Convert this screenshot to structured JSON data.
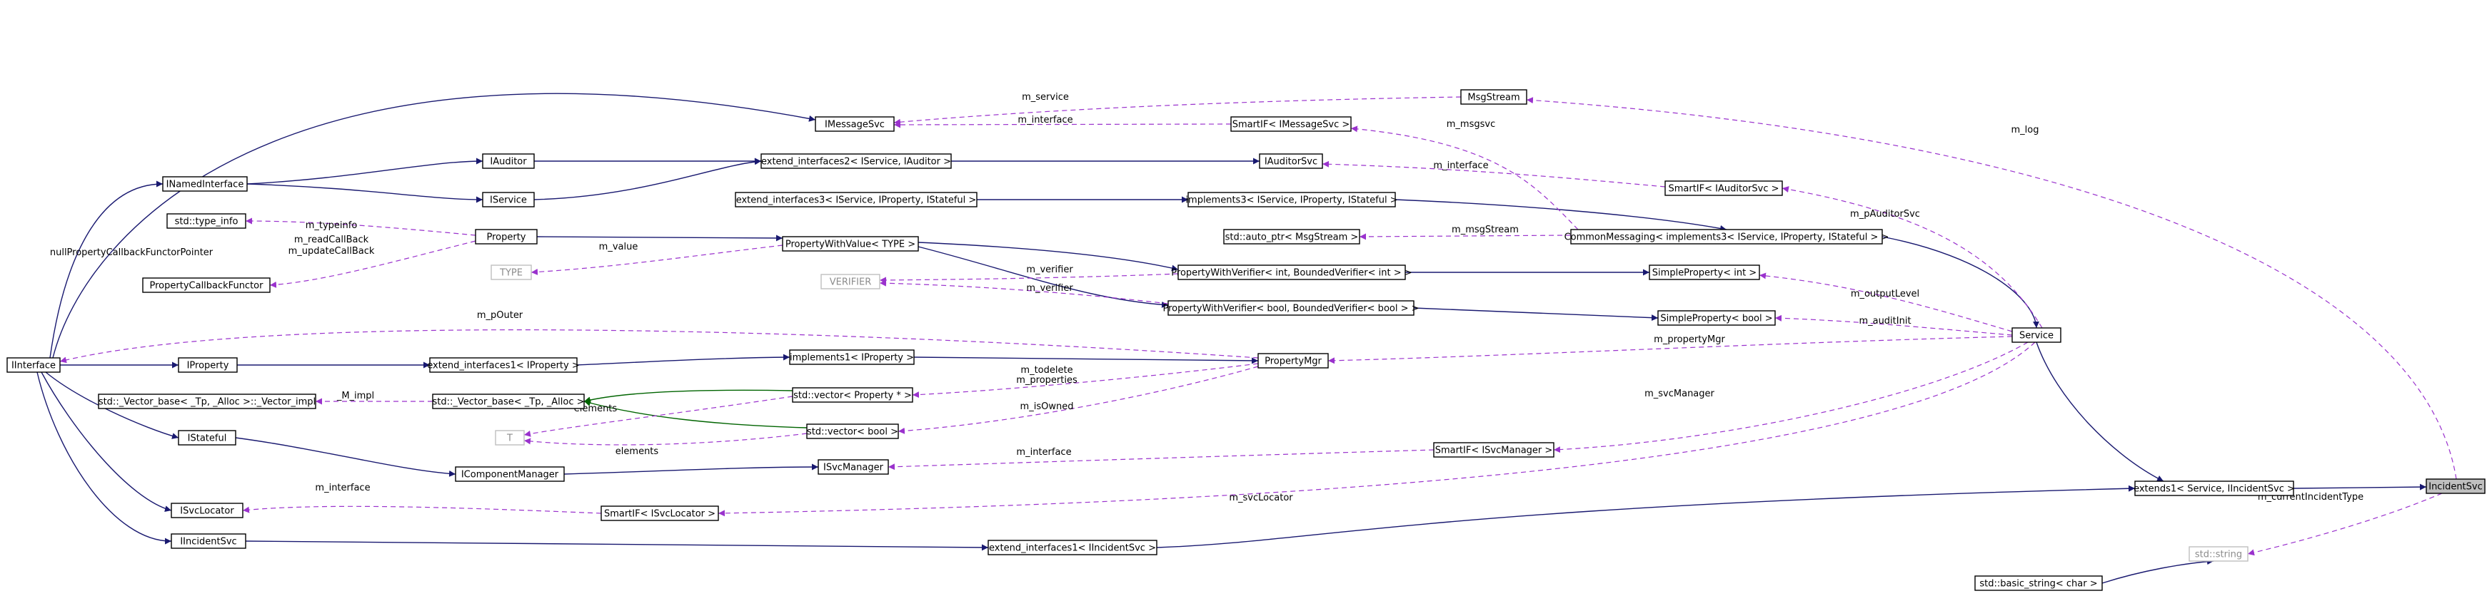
{
  "diagram": {
    "nodes": [
      {
        "id": "IInterface",
        "label": "IInterface"
      },
      {
        "id": "INamedInterface",
        "label": "INamedInterface"
      },
      {
        "id": "IAuditor",
        "label": "IAuditor"
      },
      {
        "id": "IService",
        "label": "IService"
      },
      {
        "id": "IMessageSvc",
        "label": "IMessageSvc"
      },
      {
        "id": "std_type_info",
        "label": "std::type_info"
      },
      {
        "id": "PropertyCallbackFunctor",
        "label": "PropertyCallbackFunctor"
      },
      {
        "id": "Property",
        "label": "Property"
      },
      {
        "id": "TYPE",
        "label": "TYPE",
        "style": "grey"
      },
      {
        "id": "IProperty",
        "label": "IProperty"
      },
      {
        "id": "Vector_impl",
        "label": "std::_Vector_base< _Tp, _Alloc >::_Vector_impl"
      },
      {
        "id": "Vector_base",
        "label": "std::_Vector_base< _Tp, _Alloc >"
      },
      {
        "id": "T",
        "label": "T",
        "style": "grey"
      },
      {
        "id": "IStateful",
        "label": "IStateful"
      },
      {
        "id": "ISvcLocator",
        "label": "ISvcLocator"
      },
      {
        "id": "IIncidentSvc",
        "label": "IIncidentSvc"
      },
      {
        "id": "extend_interfaces2",
        "label": "extend_interfaces2< IService, IAuditor >"
      },
      {
        "id": "extend_interfaces3",
        "label": "extend_interfaces3< IService, IProperty, IStateful >"
      },
      {
        "id": "PropertyWithValue",
        "label": "PropertyWithValue< TYPE >"
      },
      {
        "id": "VERIFIER",
        "label": "VERIFIER",
        "style": "grey"
      },
      {
        "id": "extend_interfaces1_IProperty",
        "label": "extend_interfaces1< IProperty >"
      },
      {
        "id": "implements1",
        "label": "implements1< IProperty >"
      },
      {
        "id": "vector_Property",
        "label": "std::vector< Property * >"
      },
      {
        "id": "vector_bool",
        "label": "std::vector< bool >"
      },
      {
        "id": "IComponentManager",
        "label": "IComponentManager"
      },
      {
        "id": "ISvcManager",
        "label": "ISvcManager"
      },
      {
        "id": "SmartIF_ISvcLocator",
        "label": "SmartIF< ISvcLocator >"
      },
      {
        "id": "extend_interfaces1_IIncidentSvc",
        "label": "extend_interfaces1< IIncidentSvc >"
      },
      {
        "id": "SmartIF_IMessageSvc",
        "label": "SmartIF< IMessageSvc >"
      },
      {
        "id": "IAuditorSvc",
        "label": "IAuditorSvc"
      },
      {
        "id": "implements3",
        "label": "implements3< IService, IProperty, IStateful >"
      },
      {
        "id": "auto_ptr",
        "label": "std::auto_ptr< MsgStream >"
      },
      {
        "id": "PropertyWithVerifier_int",
        "label": "PropertyWithVerifier< int, BoundedVerifier< int > >"
      },
      {
        "id": "PropertyWithVerifier_bool",
        "label": "PropertyWithVerifier< bool, BoundedVerifier< bool > >"
      },
      {
        "id": "PropertyMgr",
        "label": "PropertyMgr"
      },
      {
        "id": "SmartIF_ISvcManager",
        "label": "SmartIF< ISvcManager >"
      },
      {
        "id": "MsgStream",
        "label": "MsgStream"
      },
      {
        "id": "SmartIF_IAuditorSvc",
        "label": "SmartIF< IAuditorSvc >"
      },
      {
        "id": "CommonMessaging",
        "label": "CommonMessaging< implements3< IService, IProperty, IStateful > >"
      },
      {
        "id": "SimpleProperty_int",
        "label": "SimpleProperty< int >"
      },
      {
        "id": "SimpleProperty_bool",
        "label": "SimpleProperty< bool >"
      },
      {
        "id": "Service",
        "label": "Service"
      },
      {
        "id": "extends1",
        "label": "extends1< Service, IIncidentSvc >"
      },
      {
        "id": "std_string",
        "label": "std::string",
        "style": "grey"
      },
      {
        "id": "basic_string",
        "label": "std::basic_string< char >"
      },
      {
        "id": "IncidentSvc",
        "label": "IncidentSvc",
        "style": "highlight"
      }
    ],
    "edge_labels": [
      {
        "id": "m_service",
        "text": "m_service"
      },
      {
        "id": "m_interface_msg",
        "text": "m_interface"
      },
      {
        "id": "m_msgsvc",
        "text": "m_msgsvc"
      },
      {
        "id": "m_interface_aud",
        "text": "m_interface"
      },
      {
        "id": "m_log",
        "text": "m_log"
      },
      {
        "id": "m_pAuditorSvc",
        "text": "m_pAuditorSvc"
      },
      {
        "id": "m_typeinfo",
        "text": "m_typeinfo"
      },
      {
        "id": "nullPropertyCallbackFunctorPointer",
        "text": "nullPropertyCallbackFunctorPointer"
      },
      {
        "id": "m_readCallBack",
        "text": "m_readCallBack"
      },
      {
        "id": "m_updateCallBack",
        "text": "m_updateCallBack"
      },
      {
        "id": "m_value",
        "text": "m_value"
      },
      {
        "id": "m_msgStream",
        "text": "m_msgStream"
      },
      {
        "id": "m_verifier_1",
        "text": "m_verifier"
      },
      {
        "id": "m_verifier_2",
        "text": "m_verifier"
      },
      {
        "id": "m_outputLevel",
        "text": "m_outputLevel"
      },
      {
        "id": "m_auditInit",
        "text": "m_auditInit"
      },
      {
        "id": "m_pOuter",
        "text": "m_pOuter"
      },
      {
        "id": "m_propertyMgr",
        "text": "m_propertyMgr"
      },
      {
        "id": "M_impl",
        "text": "_M_impl"
      },
      {
        "id": "m_todelete",
        "text": "m_todelete"
      },
      {
        "id": "m_properties",
        "text": "m_properties"
      },
      {
        "id": "m_isOwned",
        "text": "m_isOwned"
      },
      {
        "id": "elements_1",
        "text": "elements"
      },
      {
        "id": "elements_2",
        "text": "elements"
      },
      {
        "id": "m_svcManager",
        "text": "m_svcManager"
      },
      {
        "id": "m_interface_svcmgr",
        "text": "m_interface"
      },
      {
        "id": "m_interface_svcloc",
        "text": "m_interface"
      },
      {
        "id": "m_svcLocator",
        "text": "m_svcLocator"
      },
      {
        "id": "m_currentIncidentType",
        "text": "m_currentIncidentType"
      }
    ],
    "colors": {
      "inheritance": "#191970",
      "template": "#006400",
      "usage": "#9a32cd",
      "highlight_fill": "#bfbfbf",
      "external_border": "#bfbfbf"
    }
  }
}
